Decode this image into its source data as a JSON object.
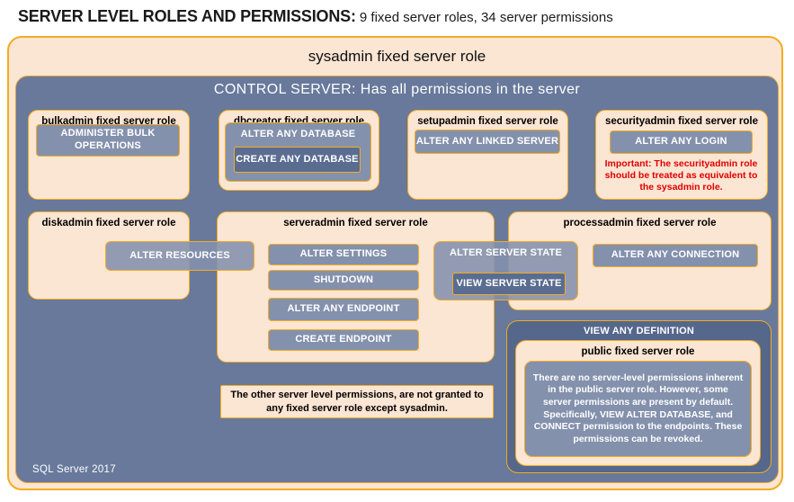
{
  "title": {
    "main": "SERVER LEVEL ROLES AND PERMISSIONS:",
    "sub": " 9 fixed server roles, 34 server permissions"
  },
  "sysadmin": {
    "label": "sysadmin fixed server role"
  },
  "control_server": {
    "label": "CONTROL SERVER: Has all permissions in the server"
  },
  "roles": {
    "bulkadmin": {
      "title": "bulkadmin fixed server role",
      "permissions": [
        "ADMINISTER BULK OPERATIONS"
      ]
    },
    "dbcreator": {
      "title": "dbcreator fixed server role",
      "parent_permission": "ALTER ANY DATABASE",
      "nested_permission": "CREATE ANY DATABASE"
    },
    "setupadmin": {
      "title": "setupadmin fixed server role",
      "permissions": [
        "ALTER ANY LINKED SERVER"
      ]
    },
    "securityadmin": {
      "title": "securityadmin fixed server role",
      "permissions": [
        "ALTER ANY LOGIN"
      ],
      "warning": "Important: The securityadmin role should be treated as equivalent to the sysadmin role."
    },
    "diskadmin": {
      "title": "diskadmin fixed server role",
      "permissions": [
        "ALTER RESOURCES"
      ]
    },
    "serveradmin": {
      "title": "serveradmin fixed server role",
      "permissions": [
        "ALTER SETTINGS",
        "SHUTDOWN",
        "ALTER ANY ENDPOINT",
        "CREATE ENDPOINT"
      ],
      "parent_permission": "ALTER SERVER STATE",
      "nested_permission": "VIEW SERVER STATE"
    },
    "processadmin": {
      "title": "processadmin fixed server role",
      "permissions": [
        "ALTER ANY CONNECTION"
      ]
    },
    "public": {
      "title": "public fixed server role",
      "granted_permission": "VIEW ANY DEFINITION",
      "note": "There are no server-level permissions inherent in the public server role. However, some server permissions are present by default. Specifically, VIEW ALTER DATABASE, and CONNECT permission to the endpoints. These permissions can be revoked."
    }
  },
  "footnote": "The other server level permissions, are not granted to any fixed server role except sysadmin.",
  "footer": "SQL Server 2017",
  "colors": {
    "peach": "#fbe5d3",
    "gold_border": "#f3ac21",
    "slate_blue": "#68799b",
    "permission_fill": "#8491ad",
    "permission_fill_dark": "#5a6d91",
    "definition_fill": "#55678b",
    "warning_red": "#e00000"
  }
}
